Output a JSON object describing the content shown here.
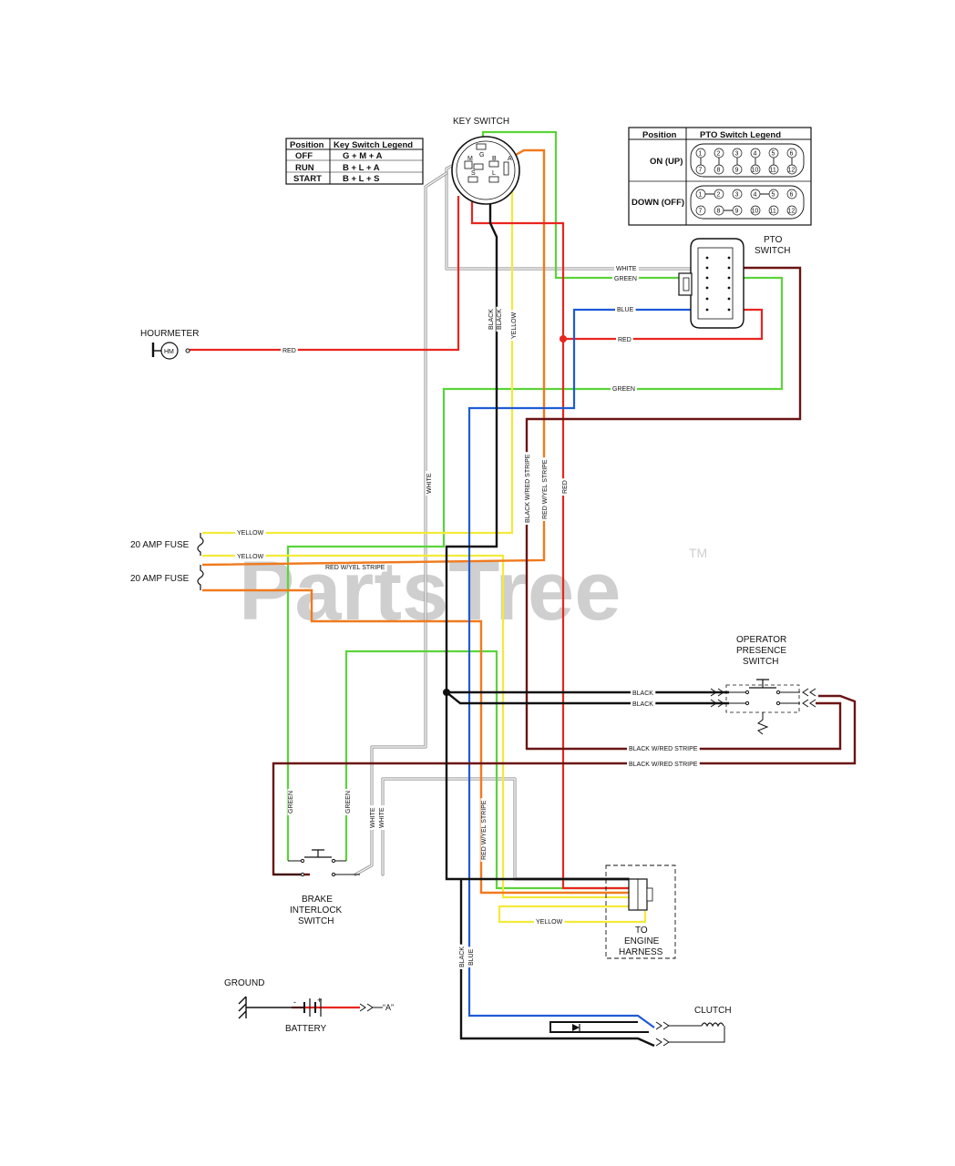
{
  "components": {
    "key_switch": "KEY SWITCH",
    "pto_switch_line1": "PTO",
    "pto_switch_line2": "SWITCH",
    "hourmeter": "HOURMETER",
    "hourmeter_symbol": "HM",
    "fuse_1": "20 AMP FUSE",
    "fuse_2": "20 AMP FUSE",
    "operator_presence_line1": "OPERATOR",
    "operator_presence_line2": "PRESENCE",
    "operator_presence_line3": "SWITCH",
    "brake_interlock_line1": "BRAKE",
    "brake_interlock_line2": "INTERLOCK",
    "brake_interlock_line3": "SWITCH",
    "engine_harness_line1": "TO",
    "engine_harness_line2": "ENGINE",
    "engine_harness_line3": "HARNESS",
    "ground": "GROUND",
    "battery": "BATTERY",
    "battery_minus": "-",
    "battery_plus": "+",
    "battery_ref": "“A”",
    "clutch": "CLUTCH"
  },
  "key_switch_legend": {
    "headers": [
      "Position",
      "Key Switch Legend"
    ],
    "rows": [
      [
        "OFF",
        "G + M + A"
      ],
      [
        "RUN",
        "B + L + A"
      ],
      [
        "START",
        "B + L + S"
      ]
    ]
  },
  "key_switch_terminals": [
    "G",
    "M",
    "B",
    "A",
    "S",
    "L"
  ],
  "pto_switch_legend": {
    "headers": [
      "Position",
      "PTO Switch Legend"
    ],
    "rows": [
      {
        "position": "ON (UP)",
        "top": [
          "1",
          "2",
          "3",
          "4",
          "5",
          "6"
        ],
        "bottom": [
          "7",
          "8",
          "9",
          "10",
          "11",
          "12"
        ]
      },
      {
        "position": "DOWN (OFF)",
        "top": [
          "1",
          "2",
          "3",
          "4",
          "5",
          "6"
        ],
        "bottom": [
          "7",
          "8",
          "9",
          "10",
          "11",
          "12"
        ]
      }
    ]
  },
  "wire_labels": {
    "white_pto": "WHITE",
    "green_pto": "GREEN",
    "blue_pto": "BLUE",
    "red_pto": "RED",
    "green_mid": "GREEN",
    "red_hourmeter": "RED",
    "black_1": "BLACK",
    "black_2": "BLACK",
    "yellow_key": "YELLOW",
    "white_vert": "WHITE",
    "black_red_vert": "BLACK W/RED STRIPE",
    "red_yel_vert": "RED W/YEL STRIPE",
    "red_vert": "RED",
    "yellow_fuse_1": "YELLOW",
    "yellow_fuse_2": "YELLOW",
    "red_yel_fuse": "RED W/YEL STRIPE",
    "black_ops_1": "BLACK",
    "black_ops_2": "BLACK",
    "black_red_ops_1": "BLACK W/RED STRIPE",
    "black_red_ops_2": "BLACK W/RED STRIPE",
    "green_brake_1": "GREEN",
    "green_brake_2": "GREEN",
    "white_brake_1": "WHITE",
    "white_brake_2": "WHITE",
    "red_yel_lower": "RED W/YEL STRIPE",
    "yellow_engine": "YELLOW",
    "black_clutch": "BLACK",
    "blue_clutch": "BLUE"
  },
  "watermark": {
    "text": "PartsTree",
    "tm": "TM"
  },
  "colors": {
    "black": "#111111",
    "red": "#e8261f",
    "green": "#5bd43a",
    "yellow": "#f2ea3a",
    "orange": "#f07a1e",
    "blue": "#1f5bd6",
    "white_wire": "#9a9a9a",
    "brown": "#6b1414"
  }
}
